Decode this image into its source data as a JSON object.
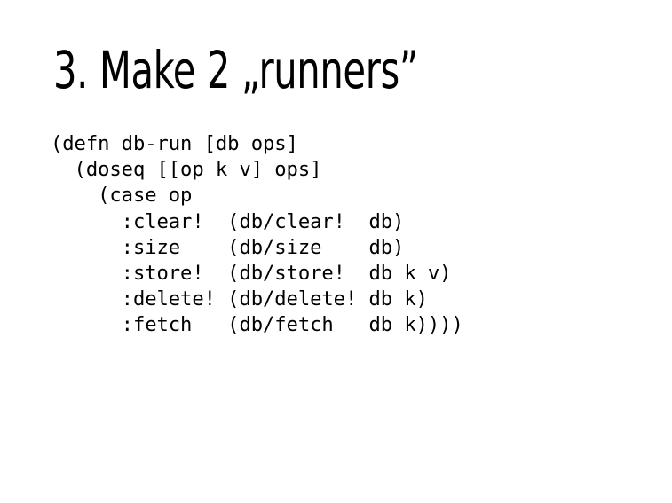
{
  "slide": {
    "background_color": "#ffffff",
    "text_color": "#000000",
    "title": "3. Make 2 „runners”",
    "title_plain": "3. Make 2 \"runners\""
  },
  "code": {
    "language": "clojure",
    "lines": [
      "(defn db-run [db ops]",
      "  (doseq [[op k v] ops]",
      "    (case op",
      "      :clear!  (db/clear!  db)",
      "      :size    (db/size    db)",
      "      :store!  (db/store!  db k v)",
      "      :delete! (db/delete! db k)",
      "      :fetch   (db/fetch   db k))))"
    ],
    "full_text": "(defn db-run [db ops]\n  (doseq [[op k v] ops]\n    (case op\n      :clear!  (db/clear!  db)\n      :size    (db/size    db)\n      :store!  (db/store!  db k v)\n      :delete! (db/delete! db k)\n      :fetch   (db/fetch   db k))))"
  }
}
